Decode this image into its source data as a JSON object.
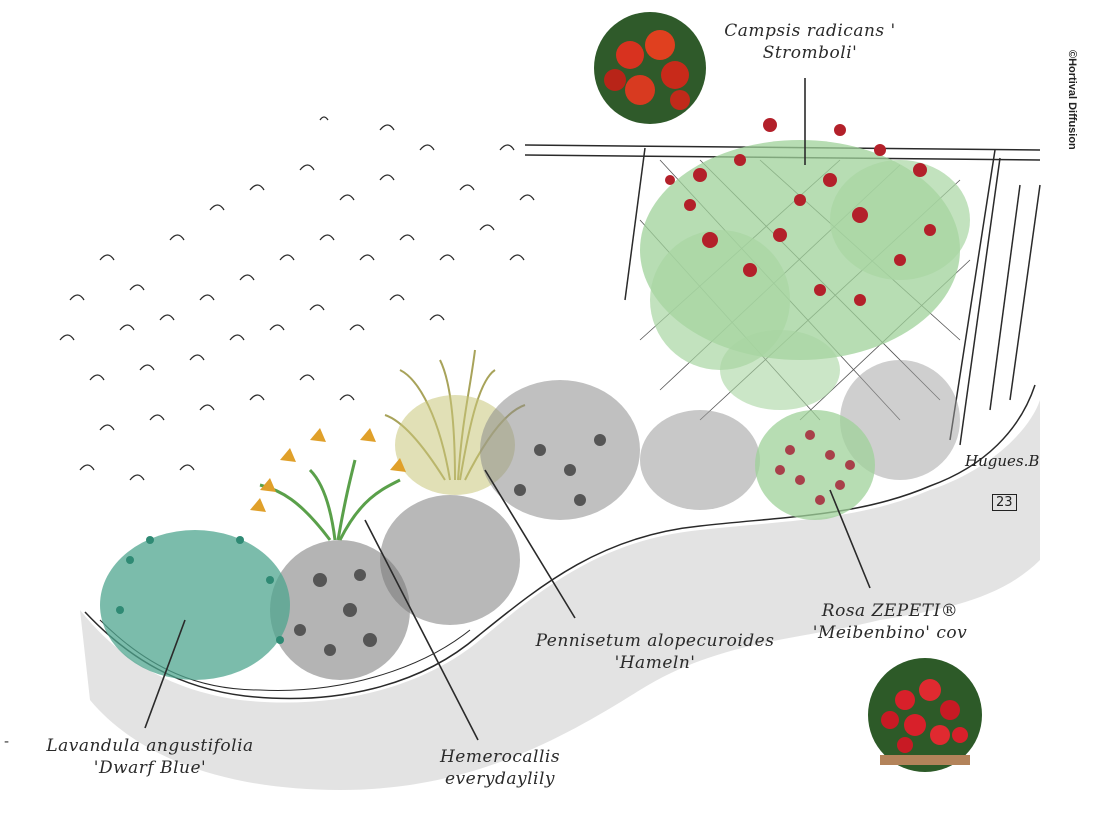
{
  "credit": "©Hortival Diffusion",
  "signature": {
    "name": "Hugues.B",
    "number": "23"
  },
  "labels": [
    {
      "id": "campsis",
      "line1": "Campsis radicans '",
      "line2": "Stromboli'"
    },
    {
      "id": "rosa",
      "line1": "Rosa ZEPETI®",
      "line2": "'Meibenbino' cov"
    },
    {
      "id": "pennisetum",
      "line1": "Pennisetum alopecuroides",
      "line2": "'Hameln'"
    },
    {
      "id": "hemerocallis",
      "line1": "Hemerocallis",
      "line2": "everydaylily"
    },
    {
      "id": "lavandula",
      "line1": "Lavandula angustifolia",
      "line2": "'Dwarf Blue'"
    }
  ],
  "margin_mark": "-",
  "colors": {
    "ink": "#2a2a2a",
    "bed_shadow": "#d9d9d9",
    "foliage_green": "#9fd19a",
    "lavender_teal": "#4fa58f",
    "campsis_red": "#b3202a",
    "grass_yellow": "#c9c77a",
    "daylily_orange": "#e0a02a",
    "grey_mound": "#8c8c8c"
  }
}
